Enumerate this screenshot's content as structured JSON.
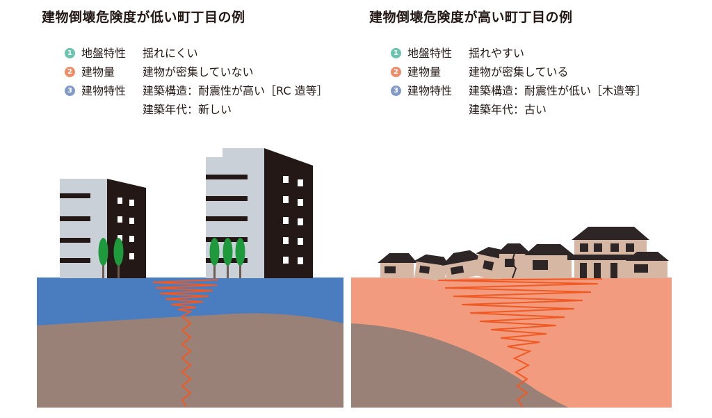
{
  "colors": {
    "badge1": "#6cc3b0",
    "badge2": "#ef8c6a",
    "badge3": "#7f9ac7",
    "ground_low_risk": "#4a7dbf",
    "ground_high_risk": "#f29b7f",
    "bedrock": "#9a8178",
    "wave": "#ef5a24",
    "building_light": "#c9d0d8",
    "building_dark": "#231815",
    "tree": "#1e9a3c",
    "house_roof": "#2e2626",
    "house_wall": "#d6b7a3"
  },
  "left": {
    "title": "建物倒壊危険度が低い町丁目の例",
    "items": [
      {
        "badge": "1",
        "label": "地盤特性",
        "value": "揺れにくい"
      },
      {
        "badge": "2",
        "label": "建物量",
        "value": "建物が密集していない"
      },
      {
        "badge": "3",
        "label": "建物特性",
        "value": "建築構造：耐震性が高い［RC 造等］"
      },
      {
        "badge": "",
        "label": "",
        "value": "建築年代：新しい"
      }
    ]
  },
  "right": {
    "title": "建物倒壊危険度が高い町丁目の例",
    "items": [
      {
        "badge": "1",
        "label": "地盤特性",
        "value": "揺れやすい"
      },
      {
        "badge": "2",
        "label": "建物量",
        "value": "建物が密集している"
      },
      {
        "badge": "3",
        "label": "建物特性",
        "value": "建築構造：耐震性が低い［木造等］"
      },
      {
        "badge": "",
        "label": "",
        "value": "建築年代：古い"
      }
    ]
  }
}
